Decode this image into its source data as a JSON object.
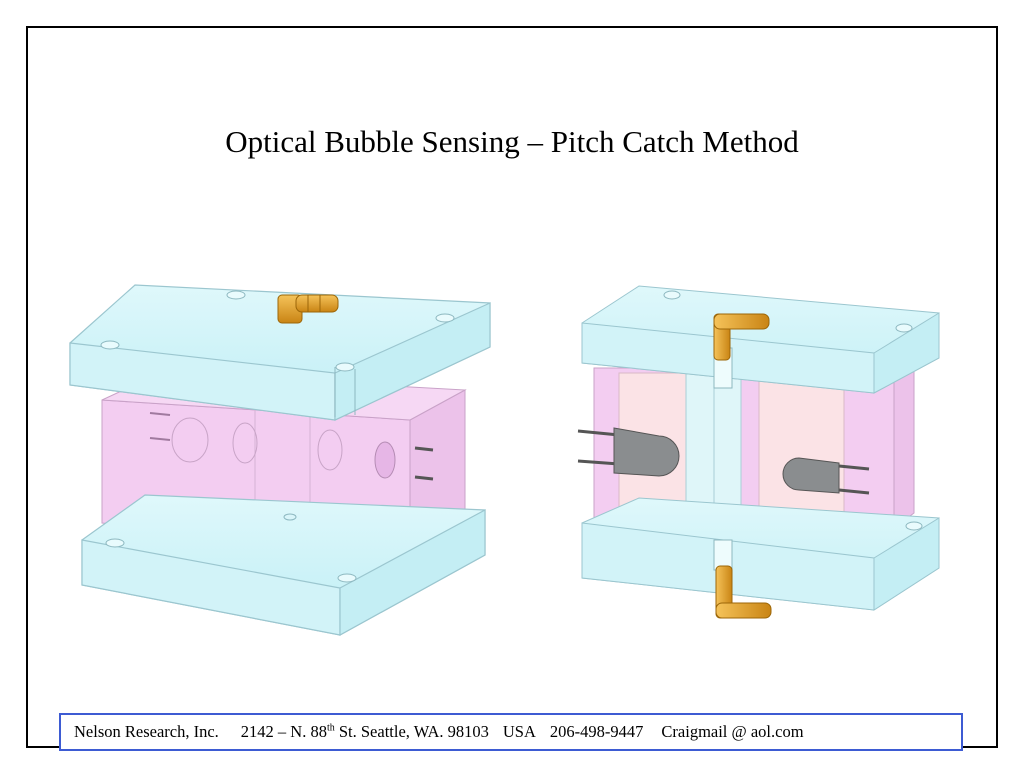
{
  "slide": {
    "title": "Optical Bubble Sensing – Pitch Catch Method"
  },
  "figures": {
    "assembled": "assembled-sensor-block",
    "section": "cross-section-sensor-block"
  },
  "colors": {
    "border": "#000000",
    "footer_border": "#3d5bd3",
    "plate_cyan": "#cdf3f8",
    "body_pink": "#f2c8f0",
    "fitting_gold": "#e3a024",
    "led_gray": "#8a8d8f"
  },
  "footer": {
    "company": "Nelson Research, Inc.",
    "address_prefix": "2142 –  N. 88",
    "address_sup": "th",
    "address_suffix": " St. Seattle, WA. 98103",
    "country": "USA",
    "phone": "206-498-9447",
    "email": "Craigmail @ aol.com"
  }
}
